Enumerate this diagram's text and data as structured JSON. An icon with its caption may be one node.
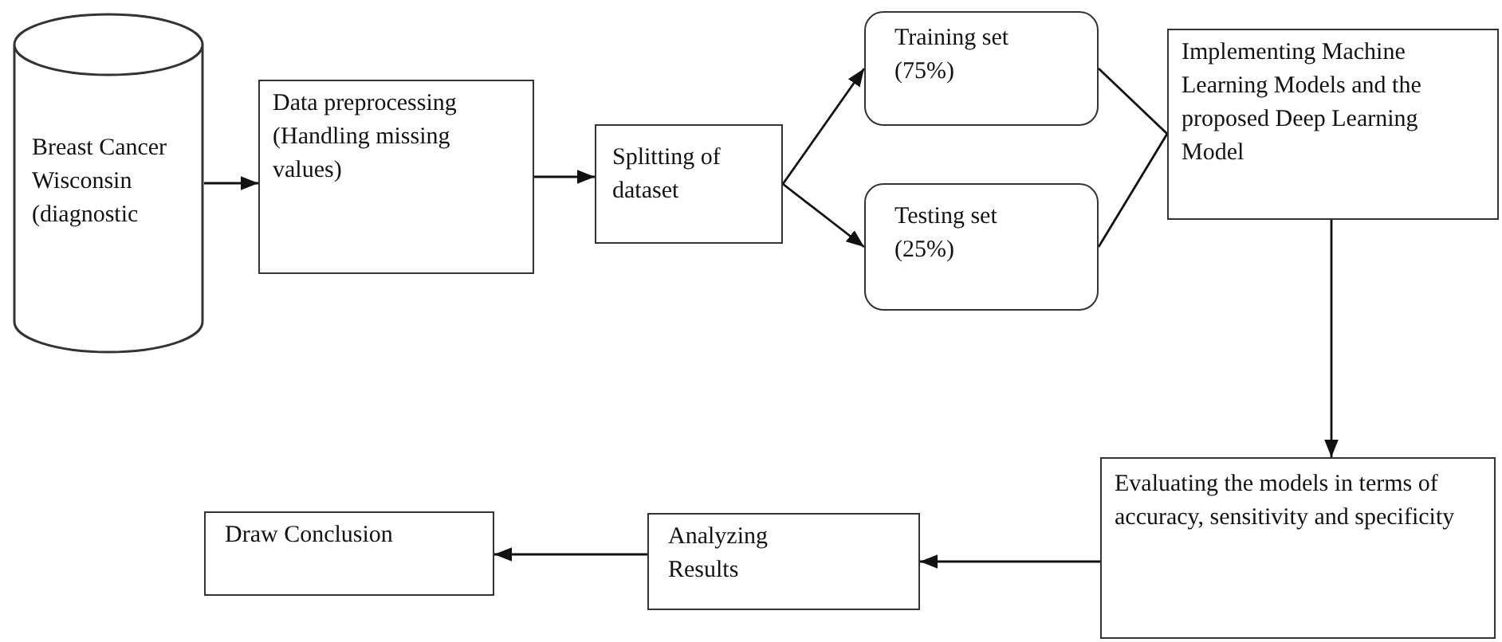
{
  "diagram": {
    "nodes": [
      {
        "text": [
          "Breast Cancer Wisconsin (diagnostic"
        ]
      },
      {
        "text": [
          "Data preprocessing (Handling missing values)"
        ]
      },
      {
        "text": [
          "Splitting of dataset"
        ]
      },
      {
        "text": [
          "Training set (75%)"
        ]
      },
      {
        "text": [
          "Testing set (25%)"
        ]
      },
      {
        "text": [
          "Implementing Machine Learning Models and the proposed Deep Learning Model"
        ]
      },
      {
        "text": [
          "Evaluating the models in terms of accuracy, sensitivity and specificity"
        ]
      },
      {
        "text": [
          "Analyzing Results"
        ]
      },
      {
        "text": [
          "Draw Conclusion"
        ]
      }
    ],
    "edges": [
      {
        "from": 0,
        "to": 1,
        "arrow": "to"
      },
      {
        "from": 1,
        "to": 2,
        "arrow": "to"
      },
      {
        "from": 2,
        "to": 3,
        "arrow": "to"
      },
      {
        "from": 2,
        "to": 4,
        "arrow": "to"
      },
      {
        "from": 3,
        "to": 5,
        "arrow": "none"
      },
      {
        "from": 4,
        "to": 5,
        "arrow": "none"
      },
      {
        "from": 5,
        "to": 6,
        "arrow": "to"
      },
      {
        "from": 6,
        "to": 7,
        "arrow": "to"
      },
      {
        "from": 7,
        "to": 8,
        "arrow": "to"
      }
    ]
  }
}
